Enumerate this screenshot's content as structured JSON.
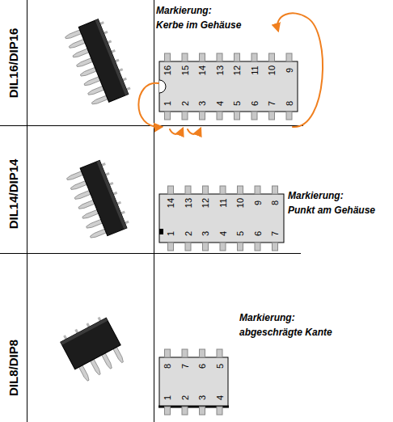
{
  "diagram": {
    "labels": [
      "DIL16/DIP16",
      "Markierung:",
      "Kerbe im Gehäuse",
      "16",
      "15",
      "14",
      "13",
      "12",
      "11",
      "10",
      "9",
      "1",
      "2",
      "3",
      "4",
      "5",
      "6",
      "7",
      "8",
      "DIL14/DIP14",
      "14",
      "13",
      "12",
      "11",
      "10",
      "9",
      "8",
      "1",
      "2",
      "3",
      "4",
      "5",
      "6",
      "7",
      "Markierung:",
      "Punkt am Gehäuse",
      "DIL8/DIP8",
      "Markierung:",
      "abgeschrägte Kante",
      "8",
      "7",
      "6",
      "5",
      "1",
      "2",
      "3",
      "4"
    ]
  }
}
